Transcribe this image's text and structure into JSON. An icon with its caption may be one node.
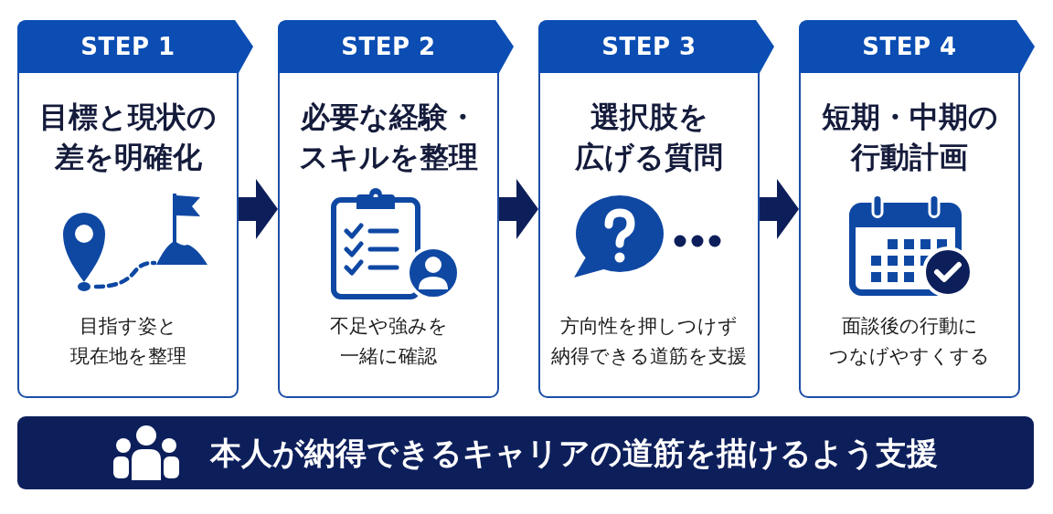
{
  "diagram": {
    "nodes": [
      {
        "text": [
          "STEP 1",
          "目標と現状の差を明確化",
          "目指す姿と現在地を整理"
        ]
      },
      {
        "text": [
          "STEP 2",
          "必要な経験・スキルを整理",
          "不足や強みを一緒に確認"
        ]
      },
      {
        "text": [
          "STEP 3",
          "選択肢を広げる質問",
          "方向性を押しつけず納得できる道筋を支援"
        ]
      },
      {
        "text": [
          "STEP 4",
          "短期・中期の行動計画",
          "面談後の行動につなげやすくする"
        ]
      },
      {
        "text": [
          "本人が納得できるキャリアの道筋を描けるよう支援"
        ]
      }
    ],
    "edges": [
      {
        "from": 0,
        "to": 1,
        "arrow": "to"
      },
      {
        "from": 1,
        "to": 2,
        "arrow": "to"
      },
      {
        "from": 2,
        "to": 3,
        "arrow": "to"
      }
    ]
  }
}
